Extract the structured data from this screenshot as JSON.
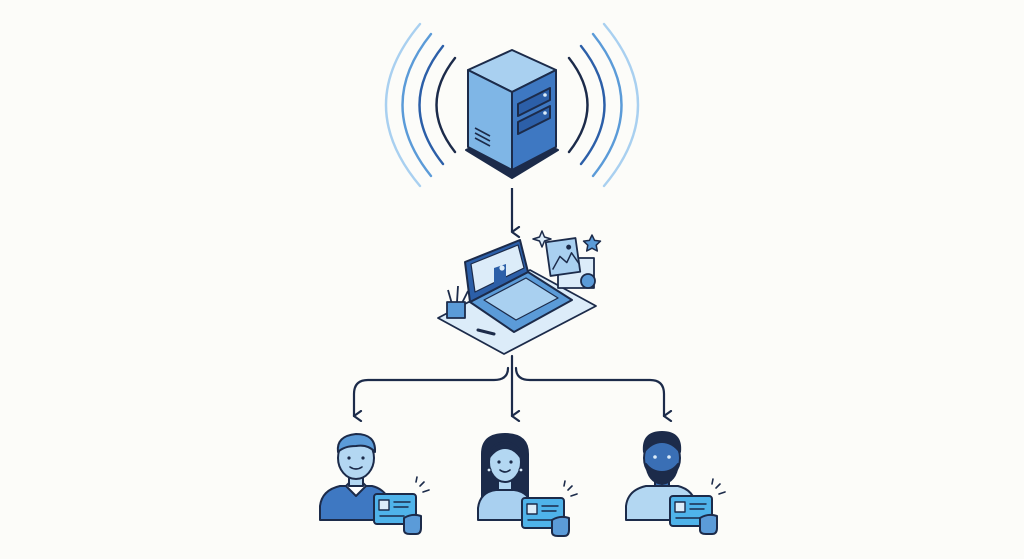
{
  "diagram": {
    "nodes": [
      {
        "id": "server",
        "icon": "server-icon"
      },
      {
        "id": "workstation",
        "icon": "laptop-icon"
      },
      {
        "id": "user-1",
        "icon": "user-icon"
      },
      {
        "id": "user-2",
        "icon": "user-icon"
      },
      {
        "id": "user-3",
        "icon": "user-icon"
      }
    ],
    "edges": [
      {
        "from": "server",
        "to": "workstation"
      },
      {
        "from": "workstation",
        "to": "user-1"
      },
      {
        "from": "workstation",
        "to": "user-2"
      },
      {
        "from": "workstation",
        "to": "user-3"
      }
    ]
  },
  "colors": {
    "ink": "#1c2b4a",
    "dark_blue": "#2c5fa8",
    "mid_blue": "#5b9bd8",
    "light_blue": "#a9d0f0",
    "pale_blue": "#dcecf9",
    "cyan": "#4fb3ea",
    "skin_light": "#b3d7f2",
    "skin_dark": "#3a6fb5",
    "background": "#fcfcf9"
  }
}
